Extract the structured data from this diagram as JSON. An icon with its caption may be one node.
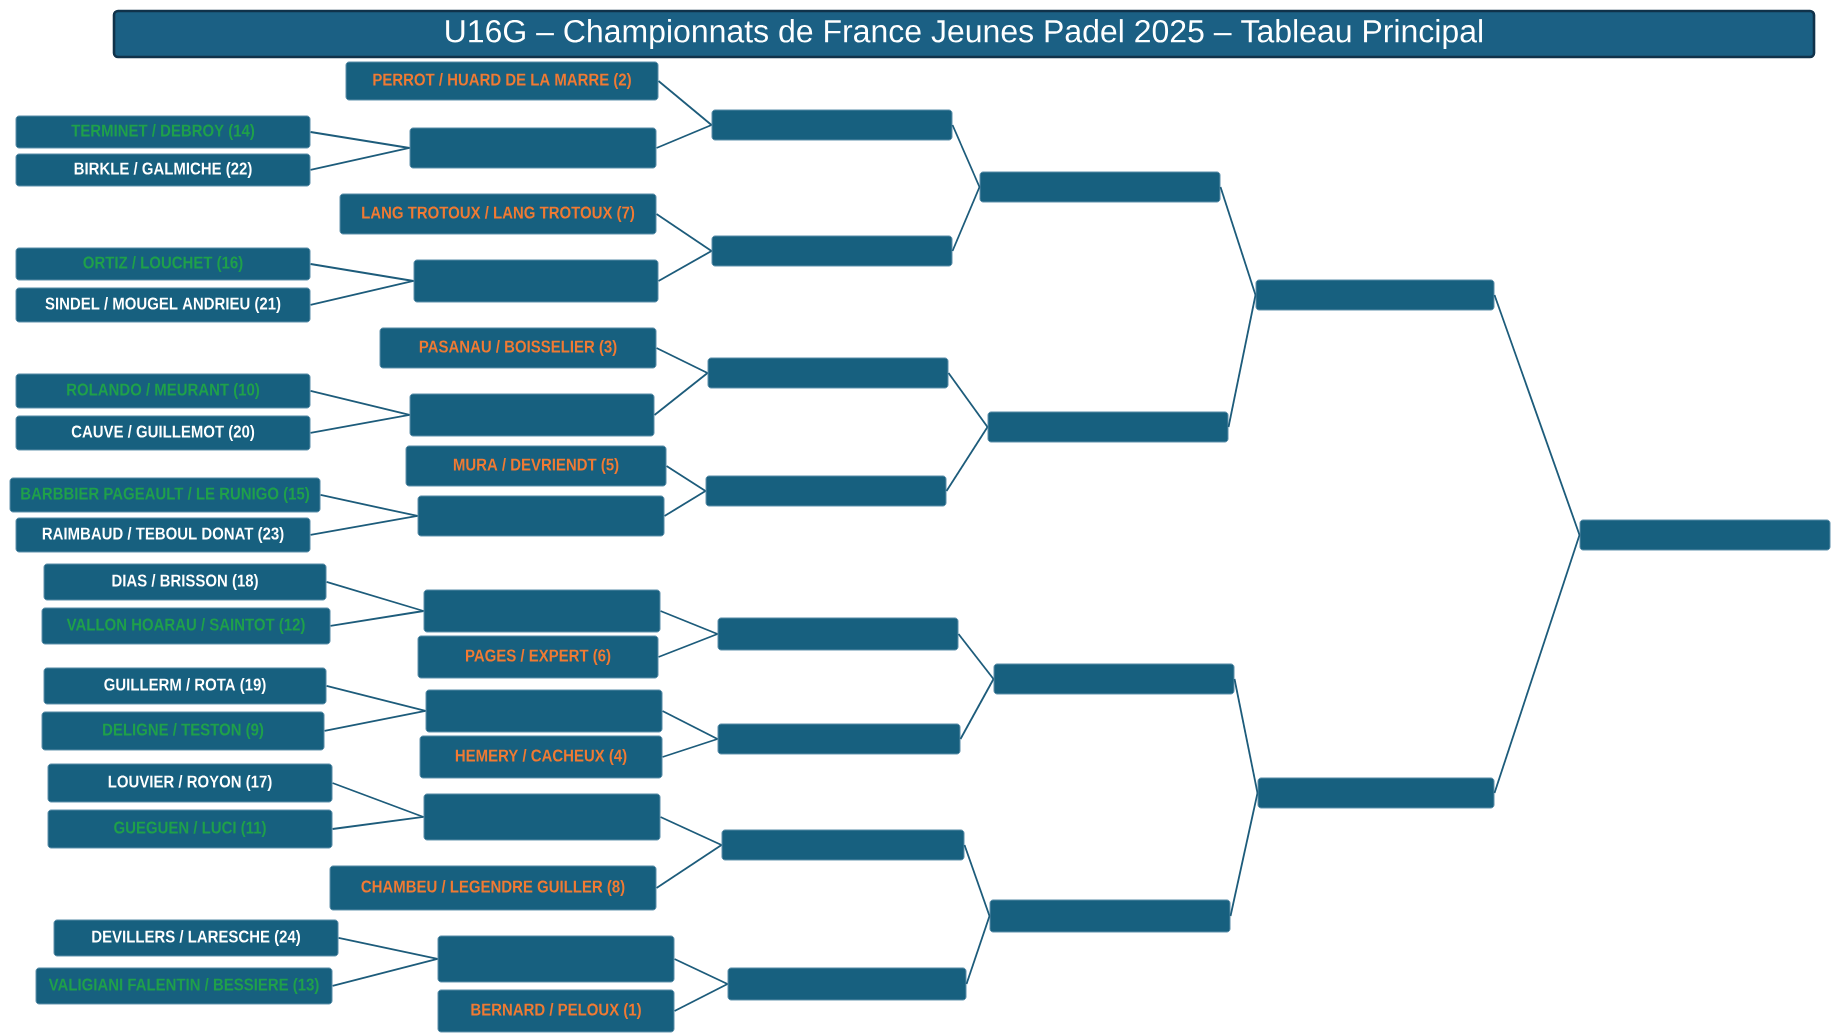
{
  "diagram": {
    "title": "U16G – Championnats de France Jeunes Padel 2025 – Tableau Principal",
    "nodes": [
      {
        "text": [
          "TERMINET / DEBROY (14)"
        ]
      },
      {
        "text": [
          "BIRKLE / GALMICHE (22)"
        ]
      },
      {
        "text": [
          "ORTIZ / LOUCHET (16)"
        ]
      },
      {
        "text": [
          "SINDEL / MOUGEL ANDRIEU (21)"
        ]
      },
      {
        "text": [
          "ROLANDO / MEURANT (10)"
        ]
      },
      {
        "text": [
          "CAUVE / GUILLEMOT (20)"
        ]
      },
      {
        "text": [
          "BARBBIER PAGEAULT / LE RUNIGO (15)"
        ]
      },
      {
        "text": [
          "RAIMBAUD / TEBOUL DONAT (23)"
        ]
      },
      {
        "text": [
          "DIAS / BRISSON (18)"
        ]
      },
      {
        "text": [
          "VALLON HOARAU / SAINTOT (12)"
        ]
      },
      {
        "text": [
          "GUILLERM / ROTA (19)"
        ]
      },
      {
        "text": [
          "DELIGNE / TESTON (9)"
        ]
      },
      {
        "text": [
          "LOUVIER / ROYON (17)"
        ]
      },
      {
        "text": [
          "GUEGUEN / LUCI (11)"
        ]
      },
      {
        "text": [
          "DEVILLERS / LARESCHE (24)"
        ]
      },
      {
        "text": [
          "VALIGIANI FALENTIN / BESSIERE (13)"
        ]
      },
      {
        "text": [
          "PERROT / HUARD DE LA MARRE (2)"
        ]
      },
      {
        "text": [
          "LANG TROTOUX / LANG TROTOUX (7)"
        ]
      },
      {
        "text": [
          "PASANAU / BOISSELIER (3)"
        ]
      },
      {
        "text": [
          "MURA / DEVRIENDT (5)"
        ]
      },
      {
        "text": [
          "PAGES / EXPERT (6)"
        ]
      },
      {
        "text": [
          "HEMERY / CACHEUX (4)"
        ]
      },
      {
        "text": [
          "CHAMBEU / LEGENDRE GUILLER (8)"
        ]
      },
      {
        "text": [
          "BERNARD / PELOUX (1)"
        ]
      },
      {
        "text": [],
        "shape": "box"
      },
      {
        "text": [],
        "shape": "box"
      },
      {
        "text": [],
        "shape": "box"
      },
      {
        "text": [],
        "shape": "box"
      },
      {
        "text": [],
        "shape": "box"
      },
      {
        "text": [],
        "shape": "box"
      },
      {
        "text": [],
        "shape": "box"
      },
      {
        "text": [],
        "shape": "box"
      },
      {
        "text": [],
        "shape": "box"
      },
      {
        "text": [],
        "shape": "box"
      },
      {
        "text": [],
        "shape": "box"
      },
      {
        "text": [],
        "shape": "box"
      },
      {
        "text": [],
        "shape": "box"
      },
      {
        "text": [],
        "shape": "box"
      },
      {
        "text": [],
        "shape": "box"
      },
      {
        "text": [],
        "shape": "box"
      },
      {
        "text": [],
        "shape": "box"
      },
      {
        "text": [],
        "shape": "box"
      },
      {
        "text": [],
        "shape": "box"
      },
      {
        "text": [],
        "shape": "box"
      },
      {
        "text": [],
        "shape": "box"
      },
      {
        "text": [],
        "shape": "box"
      },
      {
        "text": [],
        "shape": "box"
      }
    ],
    "edges": [
      {
        "from": 0,
        "to": 24,
        "arrow": "none"
      },
      {
        "from": 1,
        "to": 24,
        "arrow": "none"
      },
      {
        "from": 2,
        "to": 25,
        "arrow": "none"
      },
      {
        "from": 3,
        "to": 25,
        "arrow": "none"
      },
      {
        "from": 4,
        "to": 26,
        "arrow": "none"
      },
      {
        "from": 5,
        "to": 26,
        "arrow": "none"
      },
      {
        "from": 6,
        "to": 27,
        "arrow": "none"
      },
      {
        "from": 7,
        "to": 27,
        "arrow": "none"
      },
      {
        "from": 8,
        "to": 28,
        "arrow": "none"
      },
      {
        "from": 9,
        "to": 28,
        "arrow": "none"
      },
      {
        "from": 10,
        "to": 29,
        "arrow": "none"
      },
      {
        "from": 11,
        "to": 29,
        "arrow": "none"
      },
      {
        "from": 12,
        "to": 30,
        "arrow": "none"
      },
      {
        "from": 13,
        "to": 30,
        "arrow": "none"
      },
      {
        "from": 14,
        "to": 31,
        "arrow": "none"
      },
      {
        "from": 15,
        "to": 31,
        "arrow": "none"
      },
      {
        "from": 16,
        "to": 32,
        "arrow": "none"
      },
      {
        "from": 24,
        "to": 32,
        "arrow": "none"
      },
      {
        "from": 17,
        "to": 33,
        "arrow": "none"
      },
      {
        "from": 25,
        "to": 33,
        "arrow": "none"
      },
      {
        "from": 18,
        "to": 34,
        "arrow": "none"
      },
      {
        "from": 26,
        "to": 34,
        "arrow": "none"
      },
      {
        "from": 19,
        "to": 35,
        "arrow": "none"
      },
      {
        "from": 27,
        "to": 35,
        "arrow": "none"
      },
      {
        "from": 28,
        "to": 36,
        "arrow": "none"
      },
      {
        "from": 20,
        "to": 36,
        "arrow": "none"
      },
      {
        "from": 29,
        "to": 37,
        "arrow": "none"
      },
      {
        "from": 21,
        "to": 37,
        "arrow": "none"
      },
      {
        "from": 30,
        "to": 38,
        "arrow": "none"
      },
      {
        "from": 22,
        "to": 38,
        "arrow": "none"
      },
      {
        "from": 31,
        "to": 39,
        "arrow": "none"
      },
      {
        "from": 23,
        "to": 39,
        "arrow": "none"
      },
      {
        "from": 32,
        "to": 40,
        "arrow": "none"
      },
      {
        "from": 33,
        "to": 40,
        "arrow": "none"
      },
      {
        "from": 34,
        "to": 41,
        "arrow": "none"
      },
      {
        "from": 35,
        "to": 41,
        "arrow": "none"
      },
      {
        "from": 36,
        "to": 42,
        "arrow": "none"
      },
      {
        "from": 37,
        "to": 42,
        "arrow": "none"
      },
      {
        "from": 38,
        "to": 43,
        "arrow": "none"
      },
      {
        "from": 39,
        "to": 43,
        "arrow": "none"
      },
      {
        "from": 40,
        "to": 44,
        "arrow": "none"
      },
      {
        "from": 41,
        "to": 44,
        "arrow": "none"
      },
      {
        "from": 42,
        "to": 45,
        "arrow": "none"
      },
      {
        "from": 43,
        "to": 45,
        "arrow": "none"
      },
      {
        "from": 44,
        "to": 46,
        "arrow": "none"
      },
      {
        "from": 45,
        "to": 46,
        "arrow": "none"
      }
    ]
  }
}
